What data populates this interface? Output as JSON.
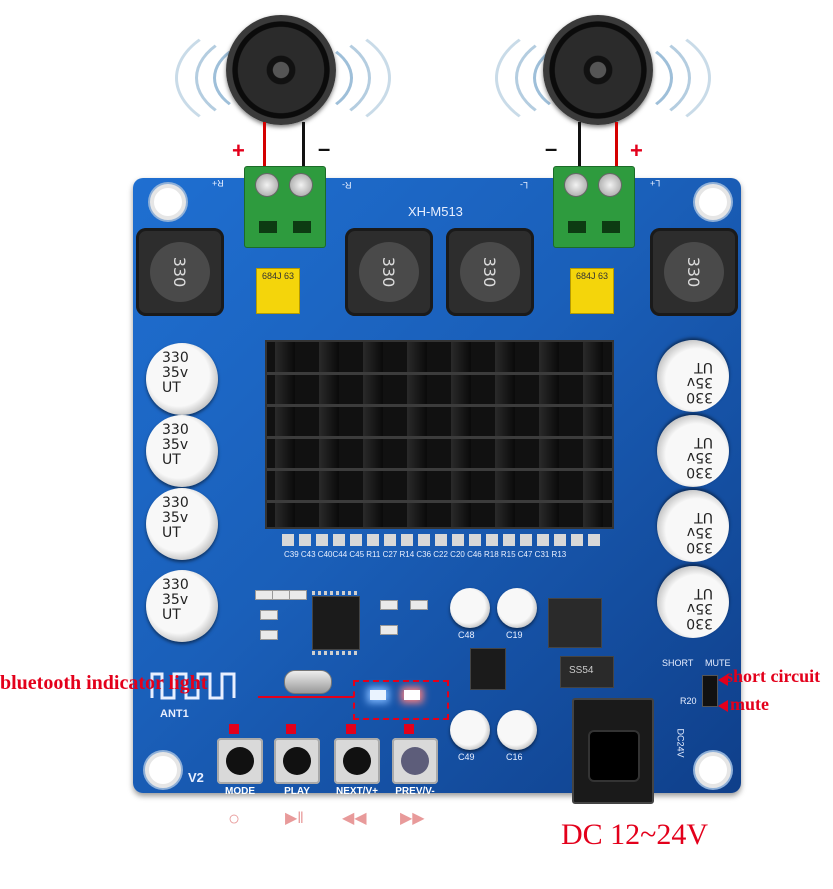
{
  "colors": {
    "board": "#1a5fb9",
    "annotation": "#e3001b",
    "terminal": "#2e9b3e"
  },
  "speakers": {
    "left": {
      "plus": "+",
      "minus": "–"
    },
    "right": {
      "plus": "+",
      "minus": "–"
    }
  },
  "board": {
    "model": "XH-M513",
    "term_labels": {
      "r_plus": "R+",
      "r_minus": "R-",
      "l_minus": "L-",
      "l_plus": "L+"
    },
    "inductor_text": "330",
    "film_cap_text": "684J 63",
    "electrolytic": {
      "line1": "330",
      "line2": "35v",
      "line3": "UT"
    },
    "bottom_caps_row": "C39 C43 C40C44 C45 R11 C27 R14 C36 C22 C20 C46 R18 R15 C47 C31 R13",
    "ant": "ANT1",
    "v2": "V2",
    "short_label": "SHORT",
    "mute_label": "MUTE",
    "r20": "R20",
    "dc_label": "DC24V",
    "c48": "C48",
    "c19": "C19",
    "c49": "C49",
    "c16": "C16"
  },
  "buttons": [
    {
      "label": "MODE",
      "icon": "circle-icon",
      "glyph": "○"
    },
    {
      "label": "PLAY",
      "icon": "play-pause-icon",
      "glyph": "▶‖"
    },
    {
      "label": "NEXT/V+",
      "icon": "rewind-icon",
      "glyph": "◀◀"
    },
    {
      "label": "PREV/V-",
      "icon": "fast-forward-icon",
      "glyph": "▶▶"
    }
  ],
  "annotations": {
    "bluetooth": "bluetooth indicator light",
    "short": "short circuit",
    "mute": "mute",
    "dc": "DC 12~24V"
  }
}
